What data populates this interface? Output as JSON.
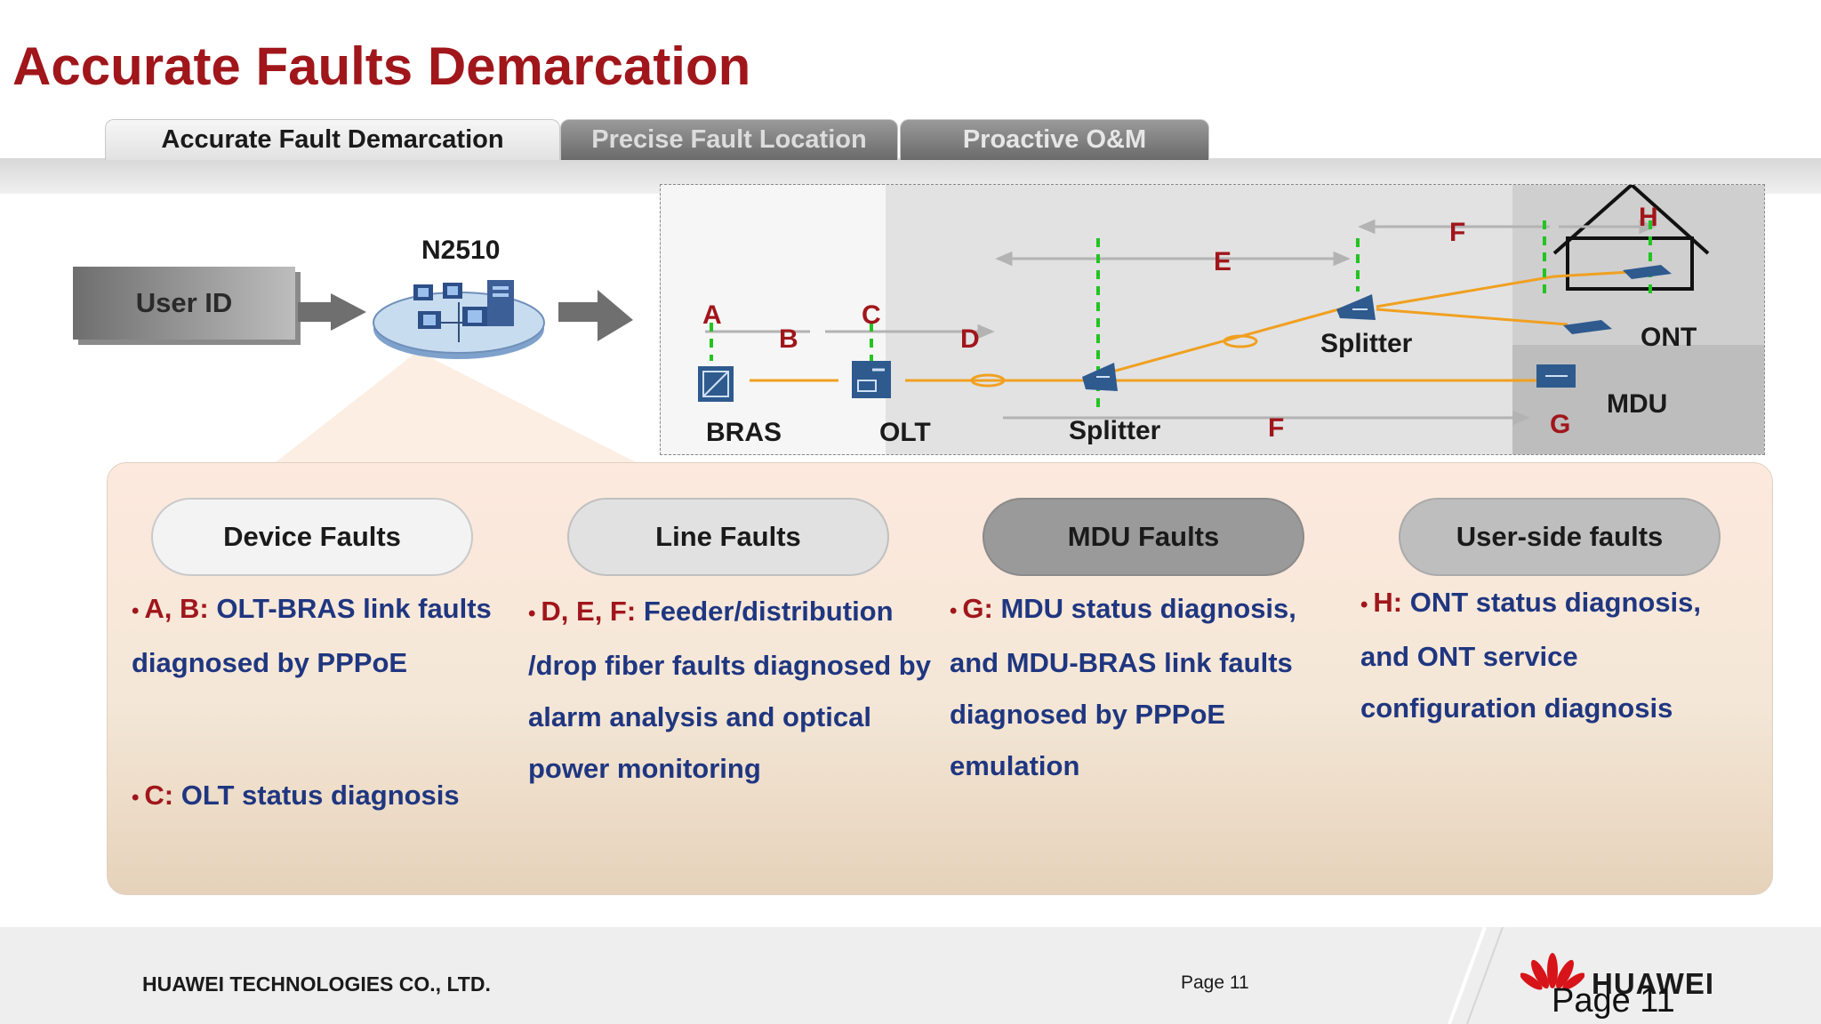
{
  "title": "Accurate Faults Demarcation",
  "tabs": [
    "Accurate Fault Demarcation",
    "Precise Fault Location",
    "Proactive O&M"
  ],
  "flow": {
    "user_id": "User ID",
    "server": "N2510"
  },
  "diagram": {
    "points": {
      "a": "A",
      "b": "B",
      "c": "C",
      "d": "D",
      "e": "E",
      "f1": "F",
      "f2": "F",
      "g": "G",
      "h": "H"
    },
    "devices": {
      "bras": "BRAS",
      "olt": "OLT",
      "splitter1": "Splitter",
      "splitter2": "Splitter",
      "ont": "ONT",
      "mdu": "MDU"
    }
  },
  "faults": {
    "device": {
      "title": "Device Faults",
      "item1_key": "A, B:",
      "item1_text": "OLT-BRAS link faults diagnosed by PPPoE",
      "item2_key": "C:",
      "item2_text": "OLT status diagnosis"
    },
    "line": {
      "title": "Line Faults",
      "key": "D,  E,  F:",
      "text": "Feeder/distribution /drop fiber faults diagnosed by alarm analysis and optical power monitoring"
    },
    "mdu": {
      "title": "MDU Faults",
      "key": "G:",
      "text": "MDU status diagnosis, and MDU-BRAS link faults diagnosed by PPPoE emulation"
    },
    "user": {
      "title": "User-side faults",
      "key": "H:",
      "text": "ONT status diagnosis, and ONT service configuration diagnosis"
    }
  },
  "footer": {
    "company": "HUAWEI TECHNOLOGIES CO., LTD.",
    "page": "Page 11",
    "brand": "HUAWEI",
    "page_big": "Page 11"
  },
  "colors": {
    "title": "#a0161b",
    "body_text": "#1f3680",
    "fiber": "#f0a020",
    "demarcation": "#22c422"
  }
}
